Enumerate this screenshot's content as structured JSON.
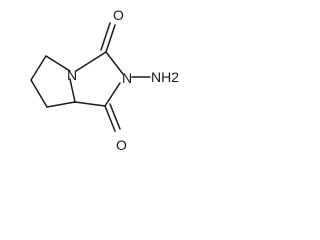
{
  "molecule": {
    "atoms": {
      "carbonyl_top_o": "O",
      "carbonyl_bottom_o": "O",
      "ring_n": "N",
      "imide_n": "N",
      "amino": "NH2"
    },
    "colors": {
      "bond": "#1a1a1a",
      "label": "#1a1a1a",
      "background": "#ffffff"
    }
  }
}
